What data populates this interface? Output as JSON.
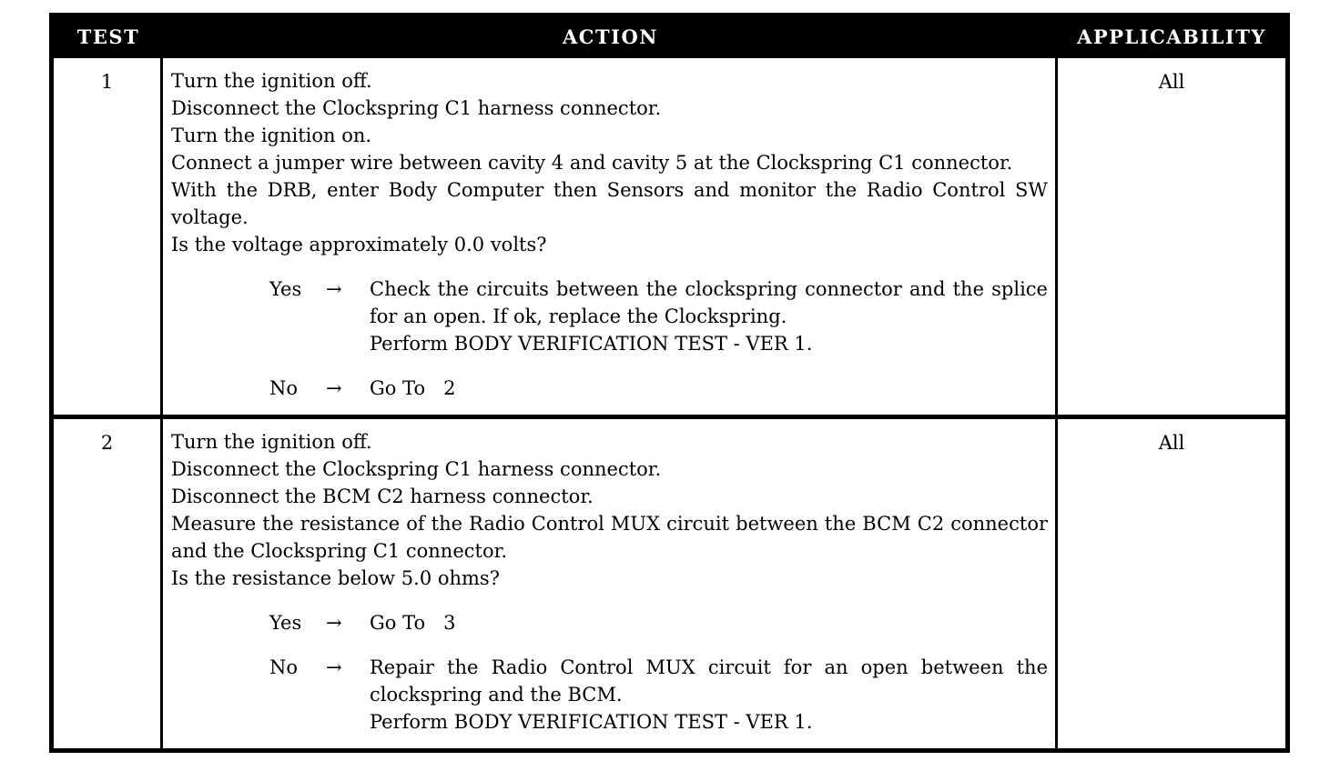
{
  "table": {
    "headers": {
      "test": "TEST",
      "action": "ACTION",
      "applicability": "APPLICABILITY"
    },
    "header_bg": "#000000",
    "header_fg": "#ffffff",
    "border_color": "#000000",
    "rows": [
      {
        "test": "1",
        "applicability": "All",
        "steps": [
          "Turn the ignition off.",
          "Disconnect the Clockspring C1 harness connector.",
          "Turn the ignition on.",
          "Connect a jumper wire between cavity 4 and cavity 5 at the Clockspring C1 connector.",
          "With the DRB, enter Body Computer then Sensors and monitor the Radio Control SW voltage.",
          "Is the voltage approximately 0.0 volts?"
        ],
        "choices": [
          {
            "label": "Yes",
            "arrow": "→",
            "lines": [
              "Check the circuits between the clockspring connector and the splice for an open. If ok, replace the Clockspring.",
              "Perform BODY VERIFICATION TEST - VER 1."
            ]
          },
          {
            "label": "No",
            "arrow": "→",
            "lines": [
              "Go To   2"
            ]
          }
        ]
      },
      {
        "test": "2",
        "applicability": "All",
        "steps": [
          "Turn the ignition off.",
          "Disconnect the Clockspring C1 harness connector.",
          "Disconnect the BCM C2 harness connector.",
          "Measure the resistance of the Radio Control MUX circuit between the BCM C2 connector and the Clockspring C1 connector.",
          "Is the resistance below 5.0 ohms?"
        ],
        "choices": [
          {
            "label": "Yes",
            "arrow": "→",
            "lines": [
              "Go To   3"
            ]
          },
          {
            "label": "No",
            "arrow": "→",
            "lines": [
              "Repair the Radio Control MUX circuit for an open between the clockspring and the BCM.",
              "Perform BODY VERIFICATION TEST - VER 1."
            ]
          }
        ]
      }
    ]
  }
}
